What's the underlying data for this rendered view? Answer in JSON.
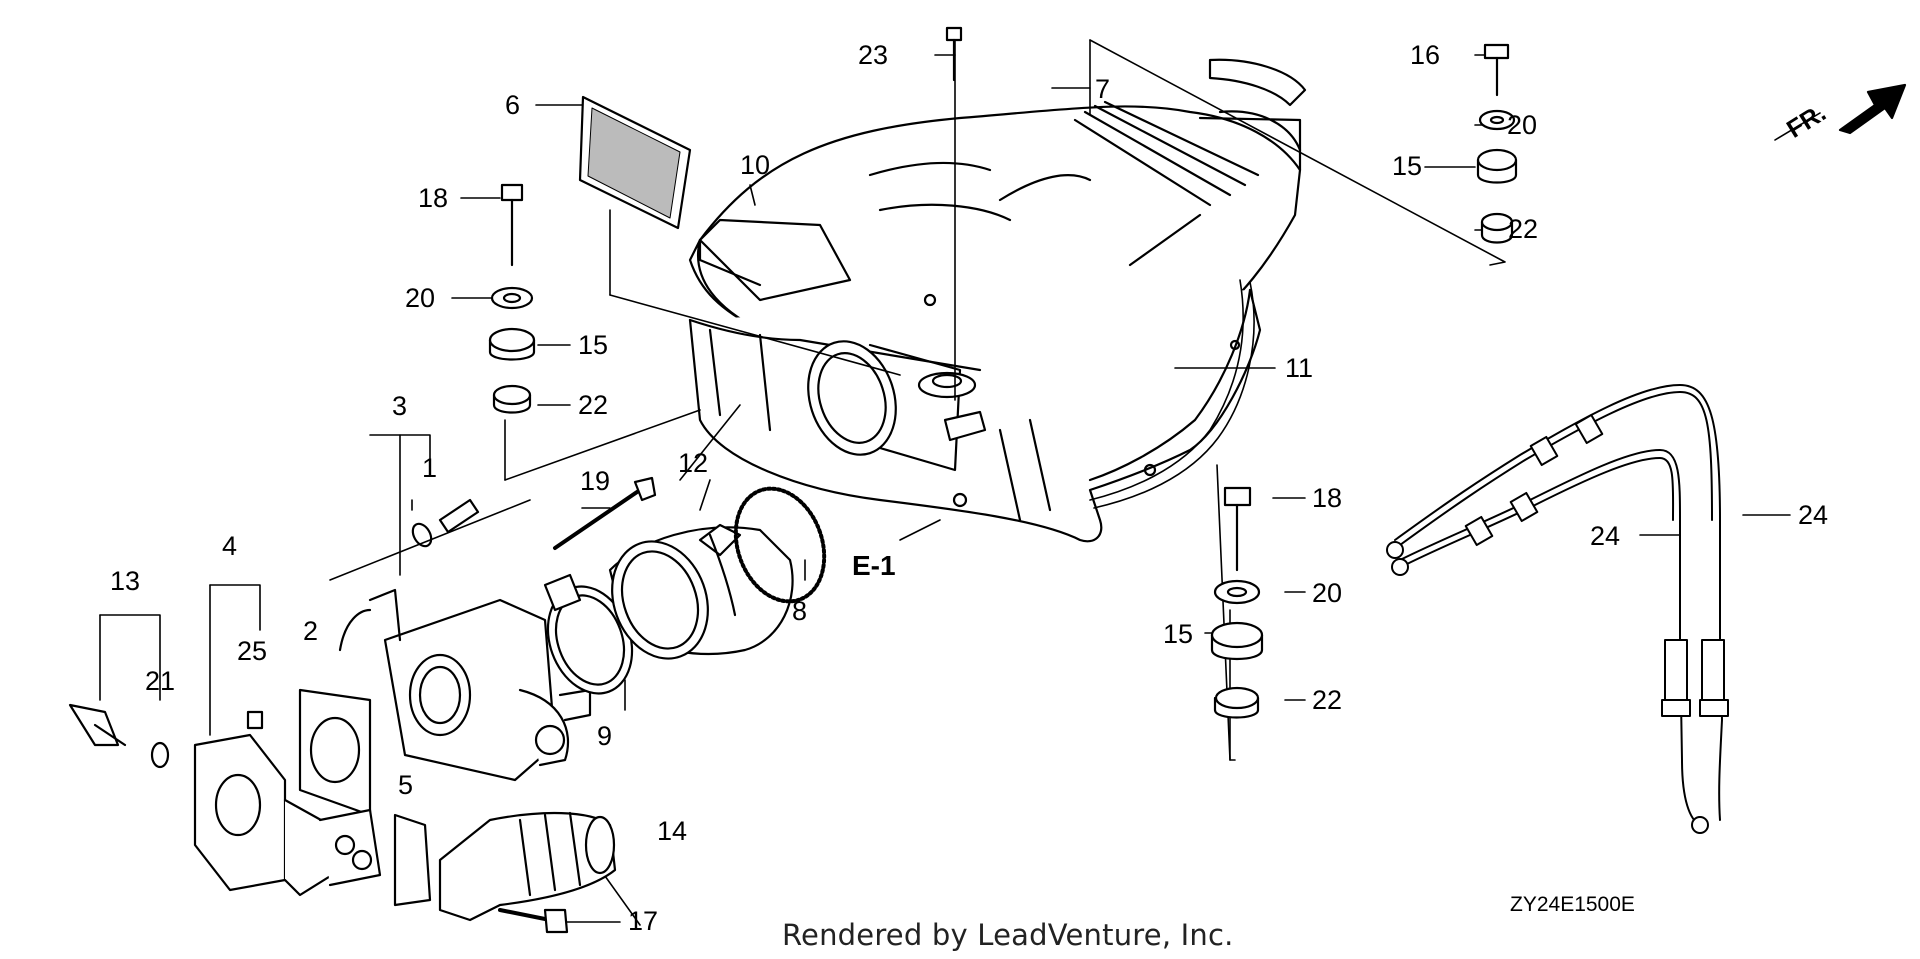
{
  "diagram": {
    "callouts": {
      "c1": "1",
      "c2": "2",
      "c3": "3",
      "c4": "4",
      "c5": "5",
      "c6": "6",
      "c7": "7",
      "c8": "8",
      "c9": "9",
      "c10": "10",
      "c11": "11",
      "c12": "12",
      "c13": "13",
      "c14": "14",
      "c15a": "15",
      "c15b": "15",
      "c15c": "15",
      "c16": "16",
      "c17": "17",
      "c18a": "18",
      "c18b": "18",
      "c19": "19",
      "c20a": "20",
      "c20b": "20",
      "c20c": "20",
      "c21": "21",
      "c22a": "22",
      "c22b": "22",
      "c22c": "22",
      "c23": "23",
      "c24a": "24",
      "c24b": "24",
      "c25": "25",
      "e1": "E-1"
    },
    "direction_label": "FR.",
    "diagram_code": "ZY24E1500E",
    "credit": "Rendered by LeadVenture, Inc."
  }
}
